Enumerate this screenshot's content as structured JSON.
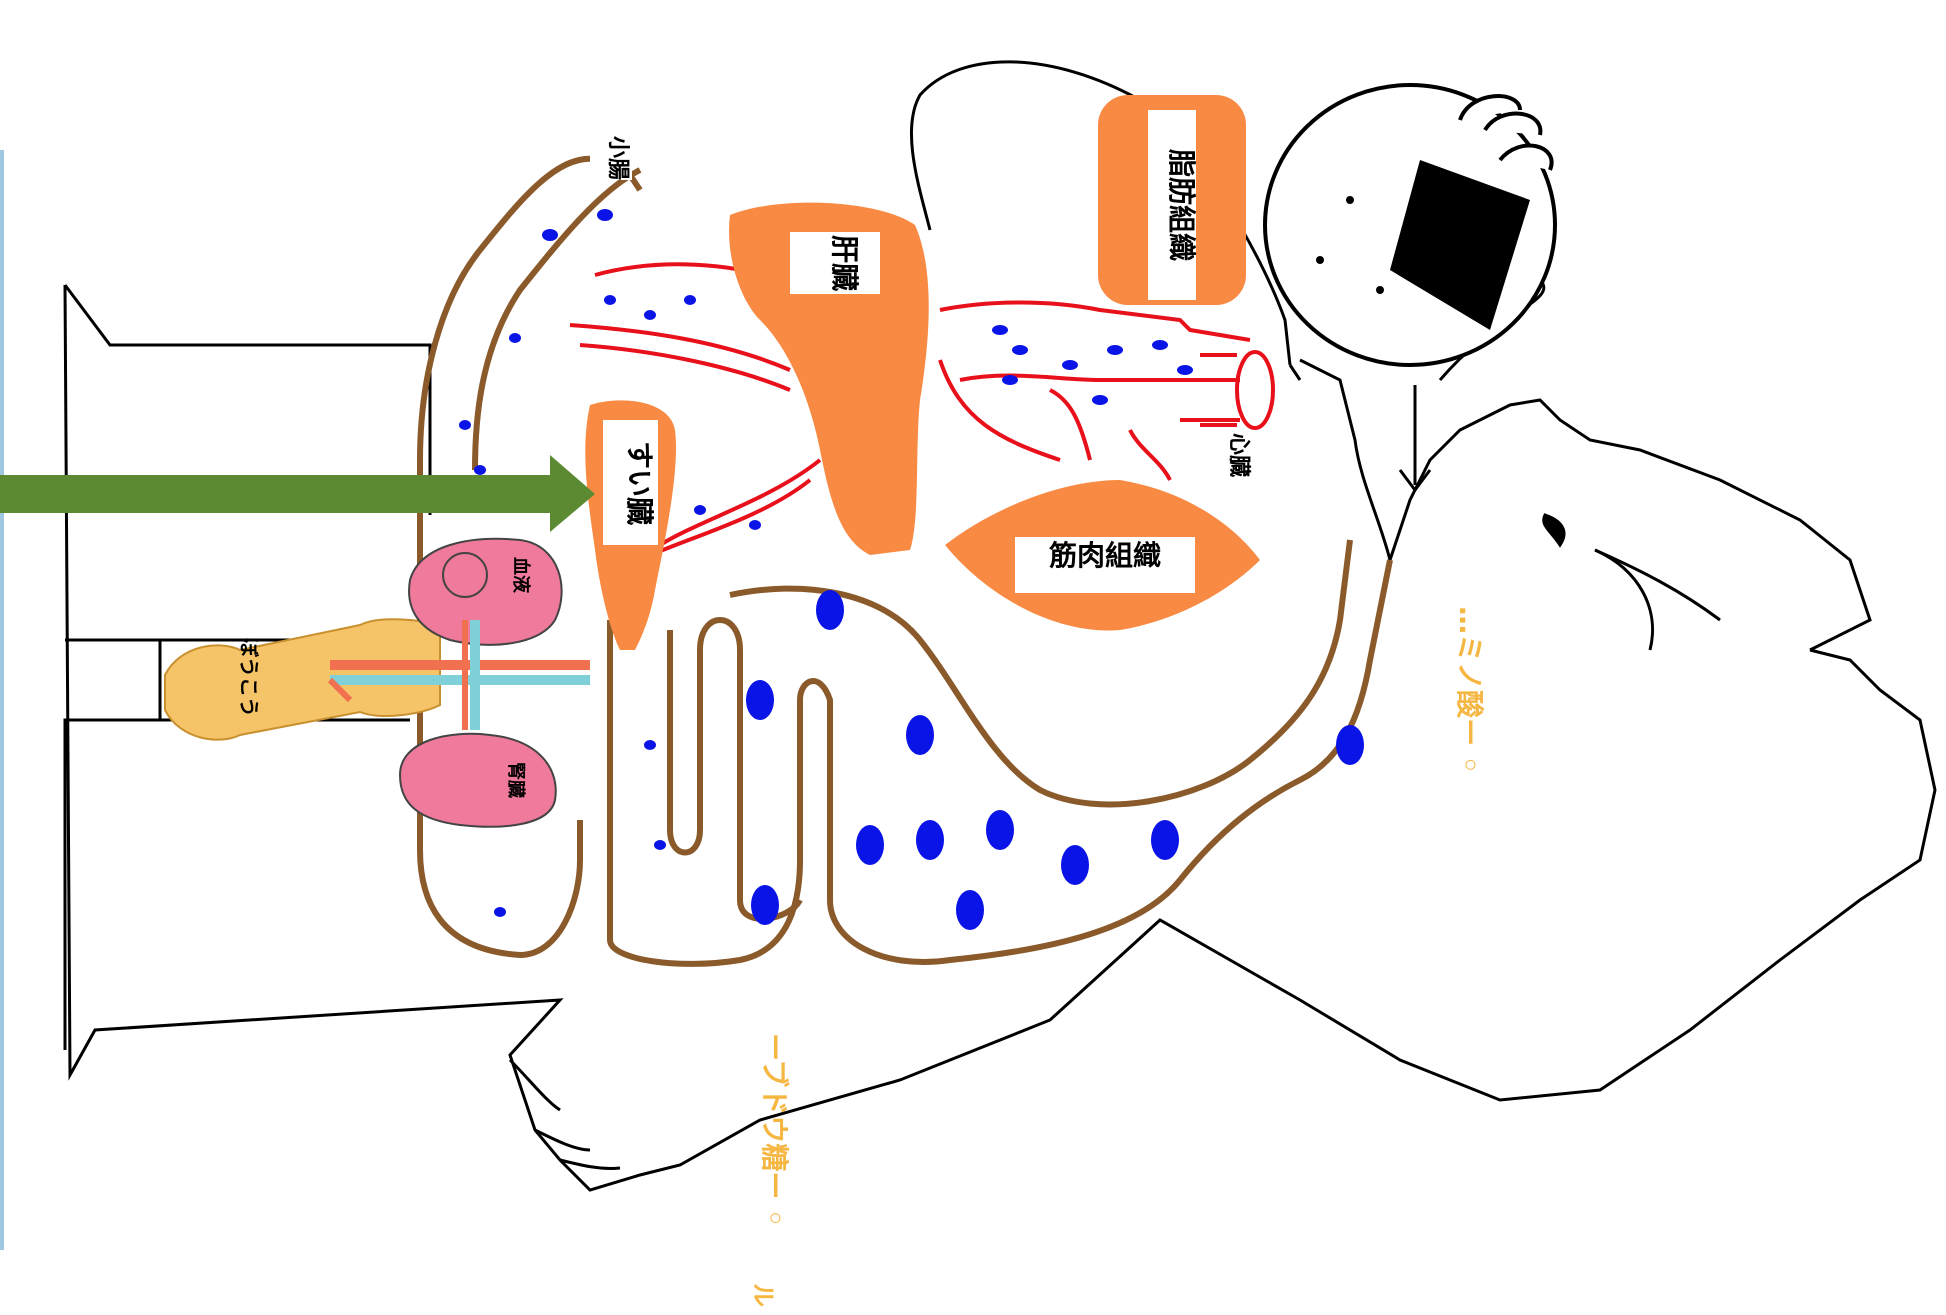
{
  "labels": {
    "small_intestine": "小腸",
    "liver": "肝臓",
    "fat_tissue": "脂肪組織",
    "pancreas": "すい臓",
    "muscle_tissue": "筋肉組織",
    "heart": "心臓",
    "bladder": "ぼうこう",
    "kidney": "腎臓",
    "blood": "血液",
    "amino_acid_trail": "…ミノ酸ー ◦",
    "glucose_trail": "ーブドウ糖ー ◦",
    "trail_edge_char": "ル"
  },
  "colors": {
    "organ": "#f88a43",
    "intestine_wall": "#8b5a2b",
    "vessel": "#e8101a",
    "particle": "#0a14e6",
    "arrow": "#5b8a33",
    "kidney": "#f07a9c",
    "ureter": "#f6c468",
    "artery": "#f07050",
    "vein": "#7fd0d8",
    "trail_text": "#f5b642"
  },
  "icons": {
    "arrow": "green-arrow-right",
    "food": "rice-ball-icon"
  }
}
